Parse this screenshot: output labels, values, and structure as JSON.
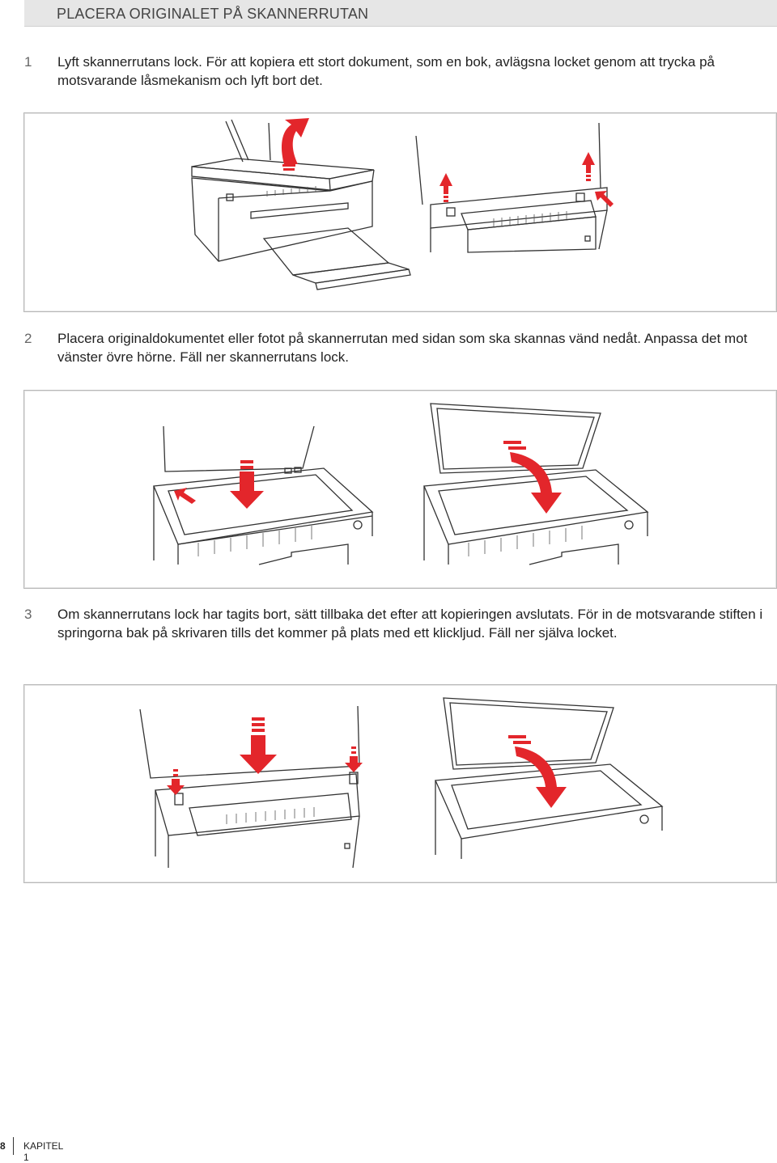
{
  "header": {
    "title": "PLACERA ORIGINALET PÅ SKANNERRUTAN"
  },
  "steps": [
    {
      "number": "1",
      "text": "Lyft skannerrutans lock. För att kopiera ett stort dokument, som en bok, avlägsna locket genom att trycka på motsvarande låsmekanism och lyft bort det."
    },
    {
      "number": "2",
      "text": "Placera originaldokumentet eller fotot på skannerrutan med sidan som ska skannas vänd nedåt. Anpassa det mot vänster övre hörne. Fäll ner skannerrutans lock."
    },
    {
      "number": "3",
      "text": "Om skannerrutans lock har tagits bort, sätt tillbaka det efter att kopieringen avslutats. För in de motsvarande stiften i springorna bak på skrivaren tills det kommer på plats med ett klickljud. Fäll ner själva locket."
    }
  ],
  "footer": {
    "page_number": "8",
    "chapter": "KAPITEL 1"
  },
  "colors": {
    "arrow": "#e3262b",
    "line": "#333333",
    "panel_border": "#b8b8b8",
    "header_bg": "#e6e6e6"
  }
}
